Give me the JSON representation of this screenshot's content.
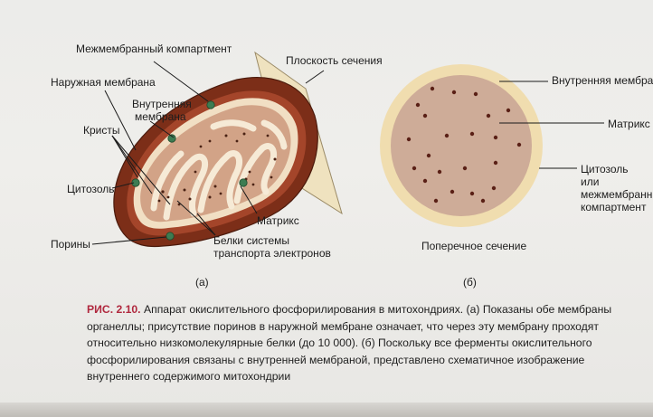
{
  "figure_a": {
    "panel_label": "(а)",
    "labels": {
      "intermembrane_compartment": "Межмембранный компартмент",
      "outer_membrane": "Наружная мембрана",
      "inner_membrane_l1": "Внутренняя",
      "inner_membrane_l2": "мембрана",
      "cristae": "Кристы",
      "cytosol": "Цитозоль",
      "porins": "Порины",
      "matrix": "Матрикс",
      "etc_proteins_l1": "Белки системы",
      "etc_proteins_l2": "транспорта электронов",
      "section_plane": "Плоскость сечения"
    }
  },
  "figure_b": {
    "panel_label": "(б)",
    "labels": {
      "inner_membrane": "Внутренняя мембра",
      "matrix": "Матрикс",
      "cytosol_l1": "Цитозоль",
      "cytosol_l2": "или",
      "cytosol_l3": "межмембранн",
      "cytosol_l4": "компартмент",
      "cross_section": "Поперечное сечение"
    }
  },
  "caption": {
    "figure_number": "РИС. 2.10.",
    "text": "Аппарат окислительного фосфорилирования в митохондриях. (а) Показаны обе мембраны органеллы; присутствие поринов в наружной мембране означает, что через эту мембрану проходят относительно низкомолекулярные белки (до 10 000). (б) Поскольку все ферменты окислительного фосфорилирования связаны с внутренней мембраной, представлено схематичное изображение внутреннего содержимого митохондрии"
  },
  "colors": {
    "figure_number_red": "#b0283e",
    "outer_membrane_brown": "#7c2e18",
    "matrix_pink": "#d2a387",
    "intermembrane_cream": "#f0ddaf",
    "porin_green": "#3d7c52"
  }
}
